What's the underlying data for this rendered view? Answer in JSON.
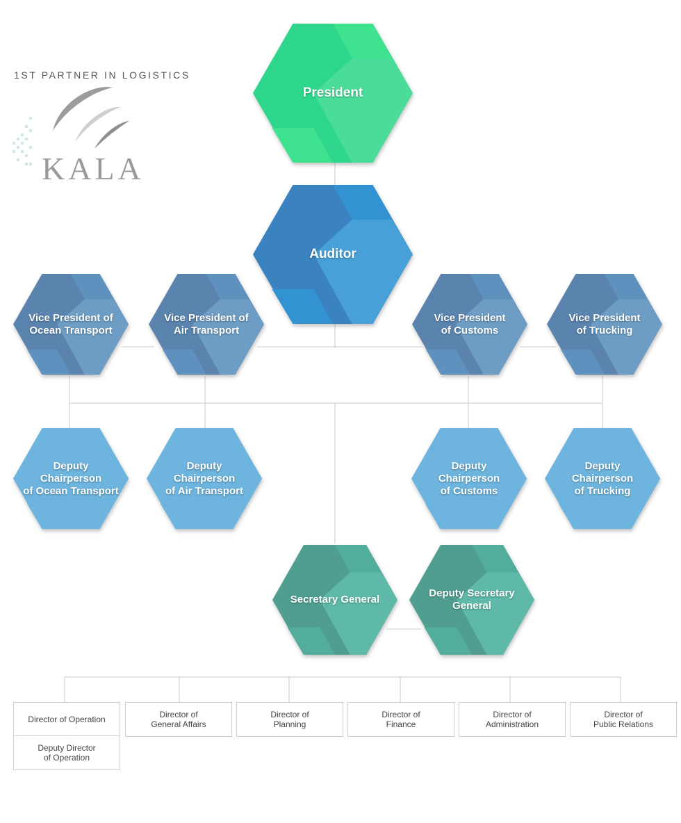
{
  "brand": {
    "tagline": "1ST PARTNER IN LOGISTICS",
    "name": "KALA"
  },
  "nodes": {
    "president": "President",
    "auditor": "Auditor",
    "vp_ocean": [
      "Vice President of",
      "Ocean Transport"
    ],
    "vp_air": [
      "Vice President of",
      "Air Transport"
    ],
    "vp_customs": [
      "Vice President",
      "of Customs"
    ],
    "vp_trucking": [
      "Vice President",
      "of Trucking"
    ],
    "dc_ocean": [
      "Deputy Chairperson",
      "of Ocean Transport"
    ],
    "dc_air": [
      "Deputy Chairperson",
      "of Air Transport"
    ],
    "dc_customs": [
      "Deputy Chairperson",
      "of Customs"
    ],
    "dc_trucking": [
      "Deputy Chairperson",
      "of Trucking"
    ],
    "sec_gen": "Secretary General",
    "dep_sec_gen": [
      "Deputy Secretary",
      "General"
    ]
  },
  "directors": [
    [
      "Director of Operation"
    ],
    [
      "Director of",
      "General Affairs"
    ],
    [
      "Director of",
      "Planning"
    ],
    [
      "Director of",
      "Finance"
    ],
    [
      "Director of",
      "Administration"
    ],
    [
      "Director of",
      "Public Relations"
    ]
  ],
  "deputy_director": [
    "Deputy Director",
    "of Operation"
  ],
  "colors": {
    "president": [
      "#2dd68a",
      "#49dd99",
      "#3ee28f"
    ],
    "auditor": [
      "#3a82c0",
      "#47a0d7",
      "#3393d2"
    ],
    "vice_president": [
      "#5a84ae",
      "#6d9dc4",
      "#5f91bf"
    ],
    "deputy_chairperson": [
      "#6db4de",
      "#6db4de",
      "#6db4de"
    ],
    "secretary": [
      "#4f9e90",
      "#5fb9a8",
      "#52ad9c"
    ],
    "connector": "#c8c8c8",
    "logo": "#9a9a9a"
  }
}
